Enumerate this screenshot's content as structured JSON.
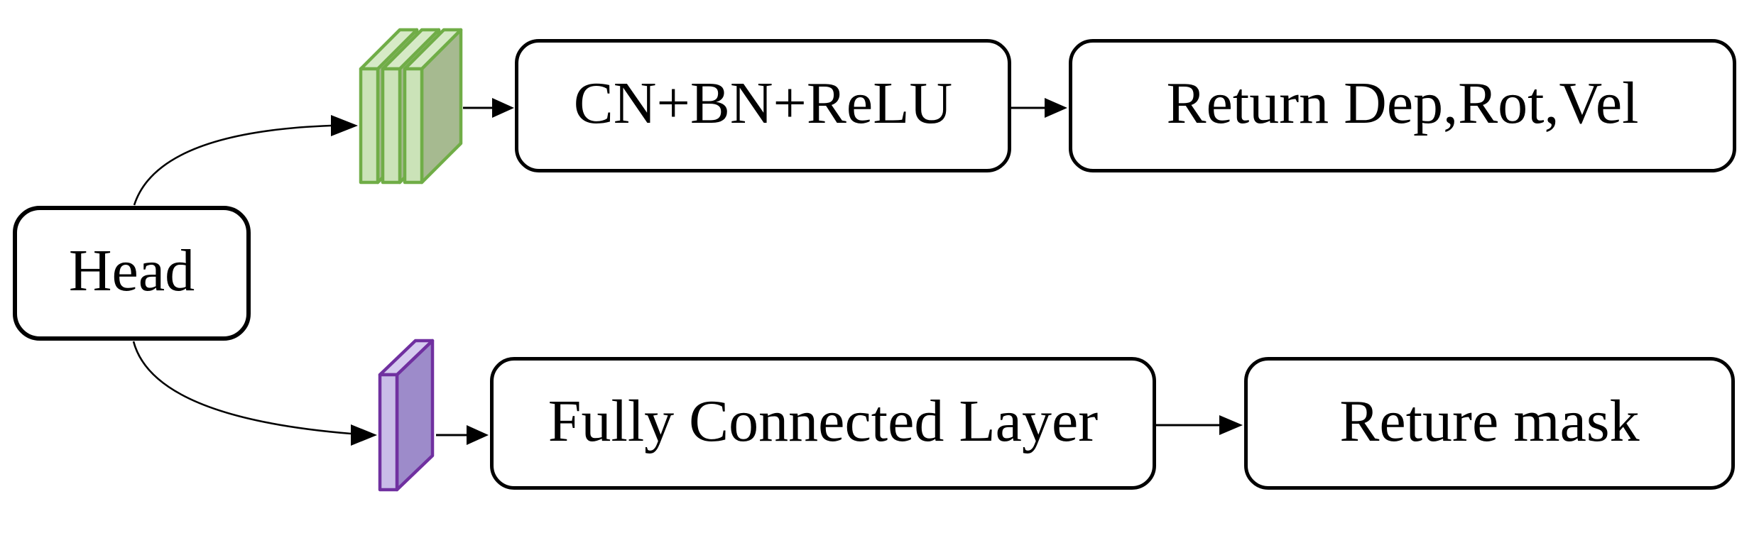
{
  "diagram": {
    "type": "flowchart",
    "description": "Head branch flowchart: Head splits into a convolution branch and a fully-connected branch",
    "colors": {
      "background": "#ffffff",
      "edge": "#000000",
      "box_border": "#000000",
      "text": "#000000",
      "conv_outline": "#70ad47",
      "conv_face_front": "#cbe3b8",
      "conv_face_top": "#d6eac6",
      "conv_face_side": "#a6ba90",
      "fc_outline": "#7030a0",
      "fc_face_front": "#c9bce8",
      "fc_face_top": "#d5cbef",
      "fc_face_side": "#9d8bca"
    },
    "nodes": {
      "head": {
        "label": "Head"
      },
      "cn_bn_relu": {
        "label": "CN+BN+ReLU"
      },
      "return_dep_rot_vel": {
        "label": "Return Dep,Rot,Vel"
      },
      "fully_connected": {
        "label": "Fully Connected Layer"
      },
      "reture_mask": {
        "label": "Reture mask"
      }
    },
    "icons": {
      "conv_stack": "conv-layers-stack-icon (3 green 3D slabs)",
      "fc_slab": "fc-layer-slab-icon (1 purple 3D slab)"
    },
    "edges": [
      {
        "from": "head",
        "to": "conv_stack",
        "style": "curved-arrow"
      },
      {
        "from": "conv_stack",
        "to": "cn_bn_relu",
        "style": "straight-arrow"
      },
      {
        "from": "cn_bn_relu",
        "to": "return_dep_rot_vel",
        "style": "straight-arrow"
      },
      {
        "from": "head",
        "to": "fc_slab",
        "style": "curved-arrow"
      },
      {
        "from": "fc_slab",
        "to": "fully_connected",
        "style": "straight-arrow"
      },
      {
        "from": "fully_connected",
        "to": "reture_mask",
        "style": "straight-arrow"
      }
    ]
  }
}
